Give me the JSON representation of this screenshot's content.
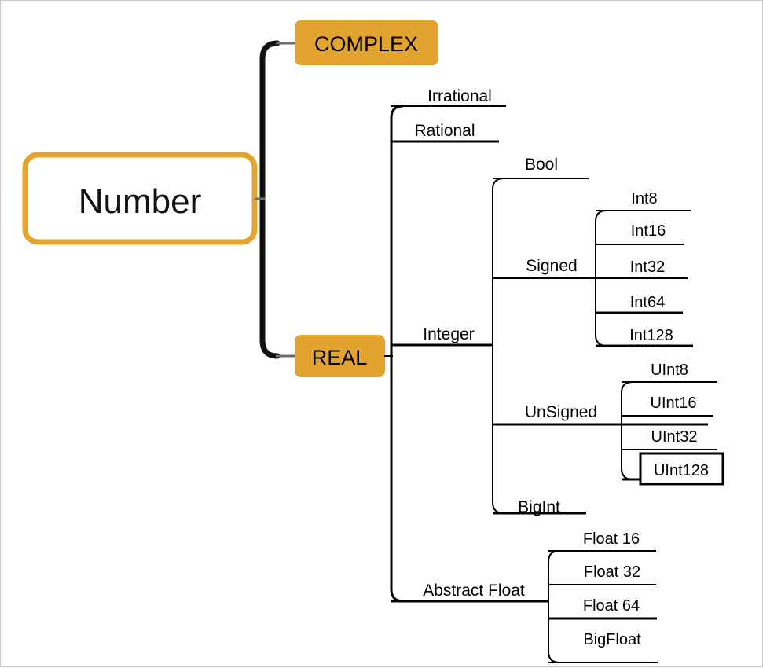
{
  "diagram": {
    "title": "Number type hierarchy mind map",
    "background_color": "#ffffff",
    "border_color": "#c9c9c9",
    "accent_color": "#e2a32f",
    "line_color": "#000000"
  },
  "root": {
    "label": "Number",
    "fill_color": "#ffffff",
    "border_color": "#e2a32f"
  },
  "level1": [
    {
      "id": "complex",
      "label": "COMPLEX",
      "fill_color": "#e2a32f"
    },
    {
      "id": "real",
      "label": "REAL",
      "fill_color": "#e2a32f"
    }
  ],
  "real_children": [
    {
      "id": "irrational",
      "label": "Irrational"
    },
    {
      "id": "rational",
      "label": "Rational"
    },
    {
      "id": "integer",
      "label": "Integer"
    },
    {
      "id": "abstract-float",
      "label": "Abstract Float"
    }
  ],
  "integer_children": [
    {
      "id": "bool",
      "label": "Bool"
    },
    {
      "id": "signed",
      "label": "Signed"
    },
    {
      "id": "unsigned",
      "label": "UnSigned"
    },
    {
      "id": "bigint",
      "label": "BigInt"
    }
  ],
  "signed_children": [
    {
      "id": "int8",
      "label": "Int8"
    },
    {
      "id": "int16",
      "label": "Int16"
    },
    {
      "id": "int32",
      "label": "Int32"
    },
    {
      "id": "int64",
      "label": "Int64"
    },
    {
      "id": "int128",
      "label": "Int128"
    }
  ],
  "unsigned_children": [
    {
      "id": "uint8",
      "label": "UInt8",
      "selected": false
    },
    {
      "id": "uint16",
      "label": "UInt16",
      "selected": false
    },
    {
      "id": "uint32",
      "label": "UInt32",
      "selected": false
    },
    {
      "id": "uint128",
      "label": "UInt128",
      "selected": true
    }
  ],
  "float_children": [
    {
      "id": "float16",
      "label": "Float 16"
    },
    {
      "id": "float32",
      "label": "Float 32"
    },
    {
      "id": "float64",
      "label": "Float 64"
    },
    {
      "id": "bigfloat",
      "label": "BigFloat"
    }
  ]
}
